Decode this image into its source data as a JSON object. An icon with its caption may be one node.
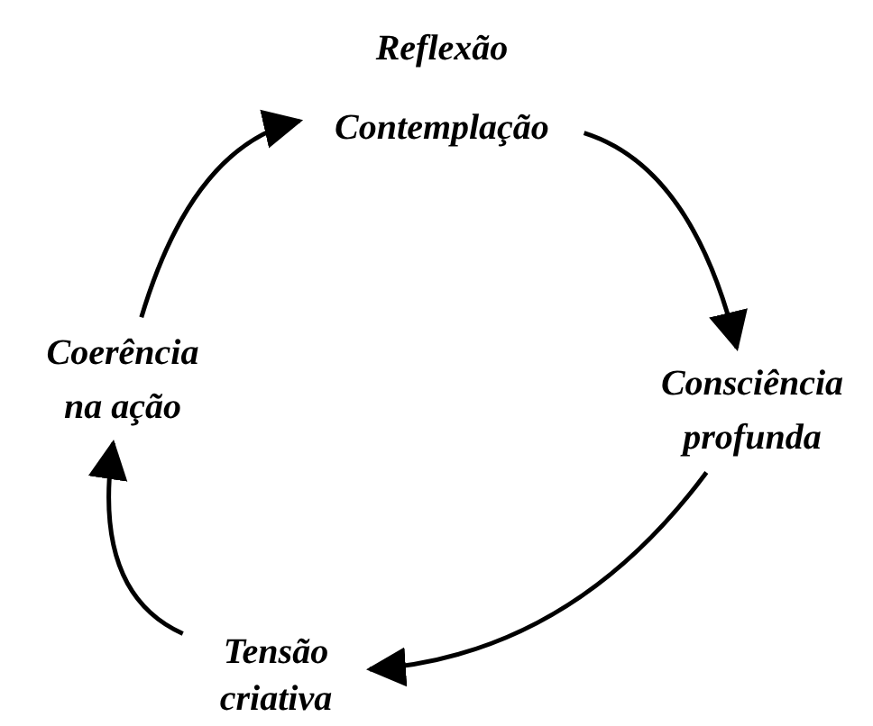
{
  "diagram": {
    "nodes": [
      {
        "text": [
          "Reflexão Contemplação"
        ]
      },
      {
        "text": [
          "Consciência profunda"
        ]
      },
      {
        "text": [
          "Tensão criativa"
        ]
      },
      {
        "text": [
          "Coerência na ação"
        ]
      }
    ],
    "edges": [
      {
        "from": 0,
        "to": 1,
        "arrow": "to"
      },
      {
        "from": 1,
        "to": 2,
        "arrow": "to"
      },
      {
        "from": 2,
        "to": 3,
        "arrow": "to"
      },
      {
        "from": 3,
        "to": 0,
        "arrow": "to"
      }
    ]
  }
}
